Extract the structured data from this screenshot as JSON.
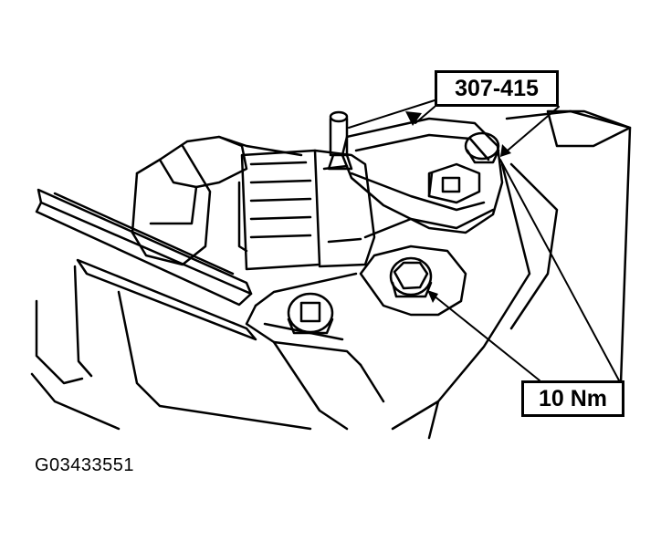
{
  "callouts": {
    "tool": "307-415",
    "torque": "10 Nm"
  },
  "figure_id": "G03433551",
  "colors": {
    "ink": "#000000",
    "paper": "#ffffff"
  }
}
